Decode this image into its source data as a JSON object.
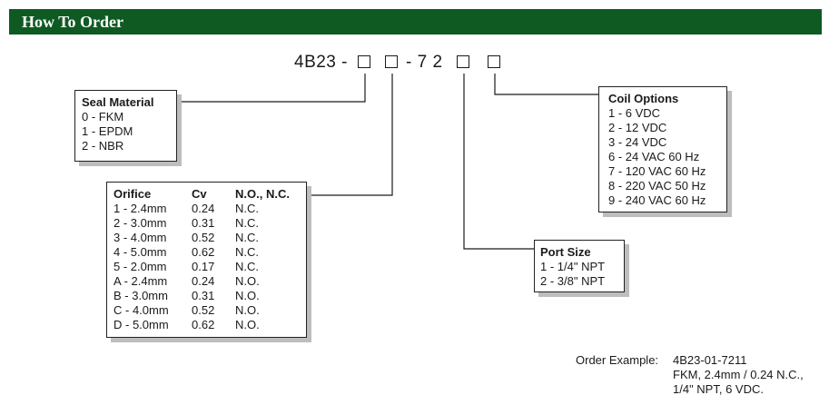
{
  "header": {
    "title": "How To Order"
  },
  "part_code": {
    "prefix": "4B23 -",
    "middle": "- 7 2"
  },
  "seal_material": {
    "title": "Seal Material",
    "items": [
      "0 - FKM",
      "1 - EPDM",
      "2 - NBR"
    ]
  },
  "orifice": {
    "headers": [
      "Orifice",
      "Cv",
      "N.O., N.C."
    ],
    "rows": [
      [
        "1 - 2.4mm",
        "0.24",
        "N.C."
      ],
      [
        "2 - 3.0mm",
        "0.31",
        "N.C."
      ],
      [
        "3 - 4.0mm",
        "0.52",
        "N.C."
      ],
      [
        "4 - 5.0mm",
        "0.62",
        "N.C."
      ],
      [
        "5 - 2.0mm",
        "0.17",
        "N.C."
      ],
      [
        "A - 2.4mm",
        "0.24",
        "N.O."
      ],
      [
        "B - 3.0mm",
        "0.31",
        "N.O."
      ],
      [
        "C - 4.0mm",
        "0.52",
        "N.O."
      ],
      [
        "D - 5.0mm",
        "0.62",
        "N.O."
      ]
    ]
  },
  "port_size": {
    "title": "Port Size",
    "items": [
      "1 - 1/4\" NPT",
      "2 - 3/8\" NPT"
    ]
  },
  "coil_options": {
    "title": "Coil Options",
    "items": [
      "1 - 6 VDC",
      "2 - 12 VDC",
      "3 - 24 VDC",
      "6 - 24 VAC 60 Hz",
      "7 - 120 VAC 60 Hz",
      "8 - 220 VAC 50 Hz",
      "9 - 240 VAC 60 Hz"
    ]
  },
  "order_example": {
    "label": "Order Example:",
    "part_number": "4B23-01-7211",
    "description_line1": "FKM, 2.4mm / 0.24 N.C.,",
    "description_line2": "1/4\" NPT, 6 VDC."
  },
  "colors": {
    "header_bg": "#0f5a23",
    "header_text": "#ffffff",
    "shadow": "#bdbdbd"
  }
}
